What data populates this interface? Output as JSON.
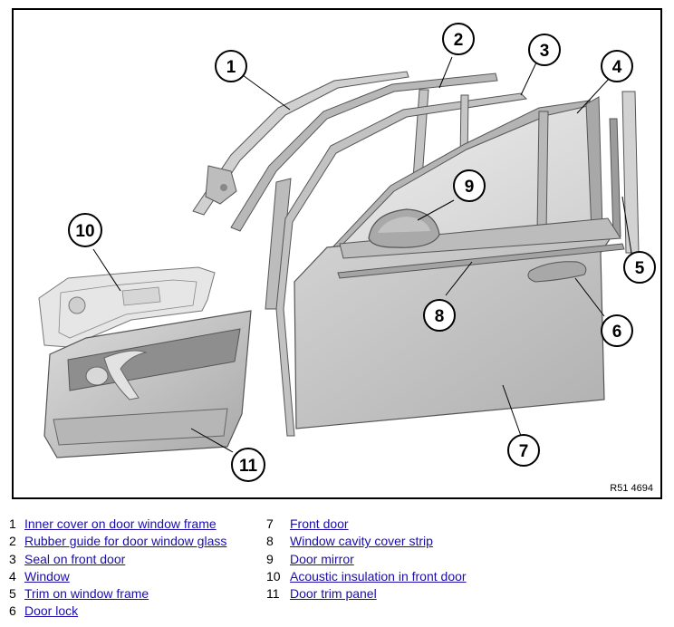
{
  "figure": {
    "reference_code": "R51 4694",
    "callouts": [
      {
        "id": 1,
        "label": "1"
      },
      {
        "id": 2,
        "label": "2"
      },
      {
        "id": 3,
        "label": "3"
      },
      {
        "id": 4,
        "label": "4"
      },
      {
        "id": 5,
        "label": "5"
      },
      {
        "id": 6,
        "label": "6"
      },
      {
        "id": 7,
        "label": "7"
      },
      {
        "id": 8,
        "label": "8"
      },
      {
        "id": 9,
        "label": "9"
      },
      {
        "id": 10,
        "label": "10"
      },
      {
        "id": 11,
        "label": "11"
      }
    ],
    "colors": {
      "part_fill": "#c8c8c8",
      "part_light": "#e4e4e4",
      "part_dark": "#9a9a9a",
      "outline": "#555555",
      "link": "#1a0dab"
    }
  },
  "legend": {
    "left": [
      {
        "num": "1",
        "text": "Inner cover on door window frame"
      },
      {
        "num": "2",
        "text": "Rubber guide for door window glass"
      },
      {
        "num": "3",
        "text": "Seal on front door"
      },
      {
        "num": "4",
        "text": "Window"
      },
      {
        "num": "5",
        "text": "Trim on window frame"
      },
      {
        "num": "6",
        "text": "Door lock"
      }
    ],
    "right": [
      {
        "num": "7",
        "text": "Front door"
      },
      {
        "num": "8",
        "text": "Window cavity cover strip"
      },
      {
        "num": "9",
        "text": "Door mirror"
      },
      {
        "num": "10",
        "text": "Acoustic insulation in front door"
      },
      {
        "num": "11",
        "text": "Door trim panel"
      }
    ]
  }
}
